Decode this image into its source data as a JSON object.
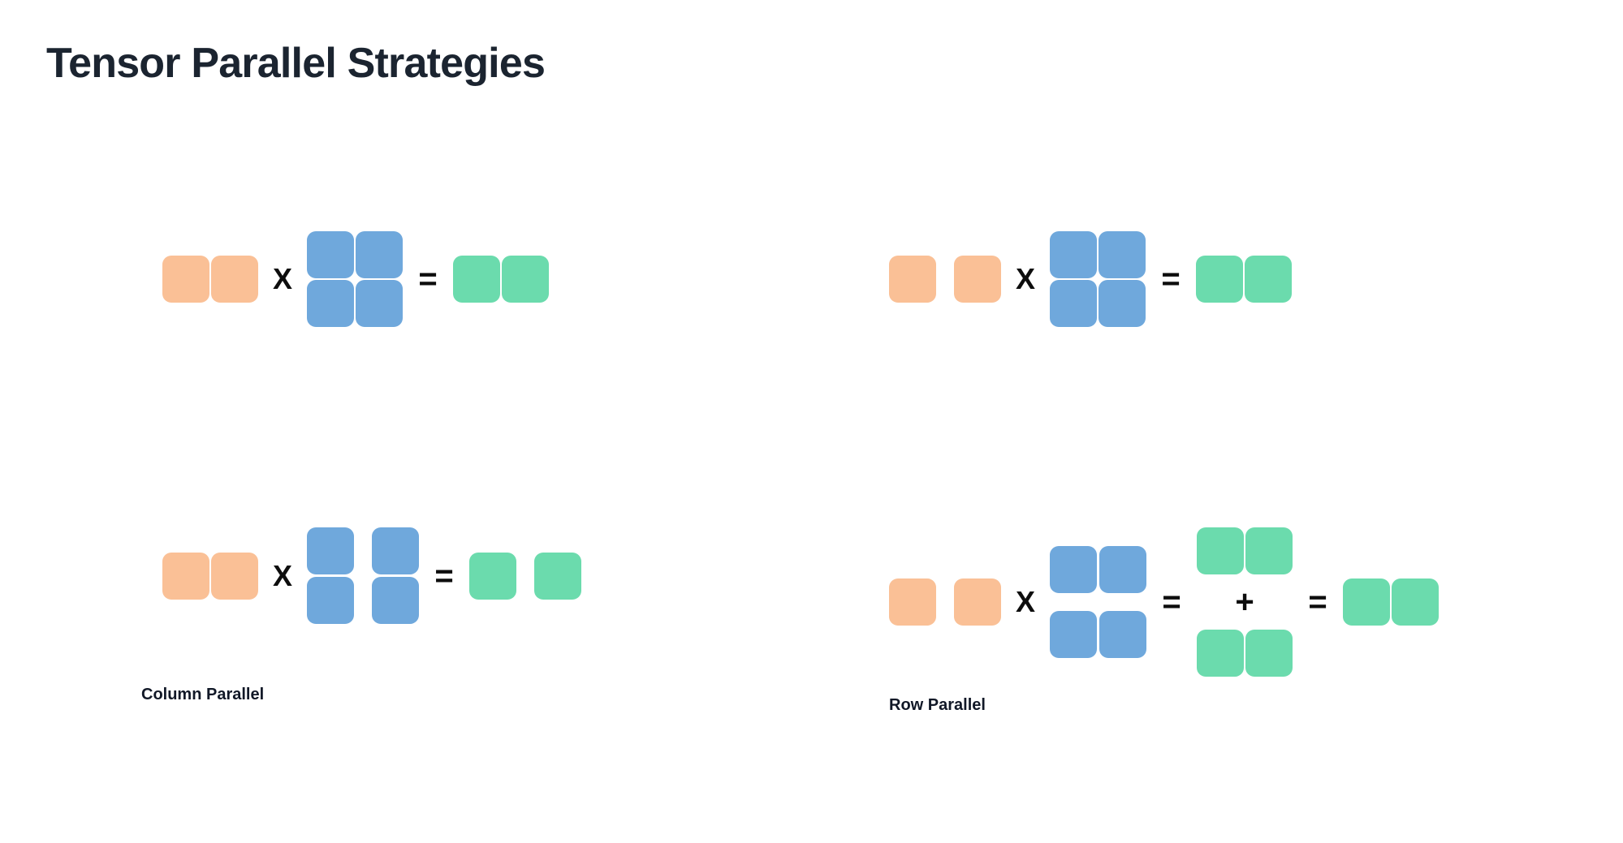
{
  "page": {
    "title": "Tensor Parallel Strategies",
    "background_color": "#ffffff"
  },
  "palette": {
    "input_orange": "#fac096",
    "weight_blue": "#6fa8dc",
    "output_green": "#6bdbad",
    "title_text": "#1b2430",
    "caption_text": "#111827",
    "operator_text": "#0d0d0d"
  },
  "operators": {
    "multiply": "X",
    "equals": "=",
    "plus": "+"
  },
  "captions": {
    "column_parallel": "Column Parallel",
    "row_parallel": "Row Parallel"
  },
  "diagrams": [
    {
      "id": "top-left",
      "strategy": "column-parallel",
      "row": "unsharded-reference",
      "terms": [
        {
          "kind": "matrix",
          "role": "input",
          "color": "orange",
          "rows": 1,
          "cols": 2,
          "split": "none"
        },
        {
          "kind": "operator",
          "symbol": "X"
        },
        {
          "kind": "matrix",
          "role": "weight",
          "color": "blue",
          "rows": 2,
          "cols": 2,
          "split": "none"
        },
        {
          "kind": "operator",
          "symbol": "="
        },
        {
          "kind": "matrix",
          "role": "output",
          "color": "green",
          "rows": 1,
          "cols": 2,
          "split": "none"
        }
      ]
    },
    {
      "id": "top-right",
      "strategy": "row-parallel",
      "row": "unsharded-reference",
      "terms": [
        {
          "kind": "matrix",
          "role": "input",
          "color": "orange",
          "rows": 1,
          "cols": 2,
          "split": "column"
        },
        {
          "kind": "operator",
          "symbol": "X"
        },
        {
          "kind": "matrix",
          "role": "weight",
          "color": "blue",
          "rows": 2,
          "cols": 2,
          "split": "none"
        },
        {
          "kind": "operator",
          "symbol": "="
        },
        {
          "kind": "matrix",
          "role": "output",
          "color": "green",
          "rows": 1,
          "cols": 2,
          "split": "none"
        }
      ]
    },
    {
      "id": "bottom-left",
      "strategy": "column-parallel",
      "row": "sharded",
      "caption": "Column Parallel",
      "terms": [
        {
          "kind": "matrix",
          "role": "input",
          "color": "orange",
          "rows": 1,
          "cols": 2,
          "split": "none"
        },
        {
          "kind": "operator",
          "symbol": "X"
        },
        {
          "kind": "matrix",
          "role": "weight",
          "color": "blue",
          "rows": 2,
          "cols": 2,
          "split": "column"
        },
        {
          "kind": "operator",
          "symbol": "="
        },
        {
          "kind": "matrix",
          "role": "output",
          "color": "green",
          "rows": 1,
          "cols": 2,
          "split": "column"
        }
      ]
    },
    {
      "id": "bottom-right",
      "strategy": "row-parallel",
      "row": "sharded",
      "caption": "Row Parallel",
      "terms": [
        {
          "kind": "matrix",
          "role": "input",
          "color": "orange",
          "rows": 1,
          "cols": 2,
          "split": "column"
        },
        {
          "kind": "operator",
          "symbol": "X"
        },
        {
          "kind": "matrix",
          "role": "weight",
          "color": "blue",
          "rows": 2,
          "cols": 2,
          "split": "row"
        },
        {
          "kind": "operator",
          "symbol": "="
        },
        {
          "kind": "stack",
          "role": "partial-sums",
          "color": "green",
          "parts": [
            {
              "rows": 1,
              "cols": 2,
              "split": "none"
            },
            {
              "kind": "operator",
              "symbol": "+"
            },
            {
              "rows": 1,
              "cols": 2,
              "split": "none"
            }
          ]
        },
        {
          "kind": "operator",
          "symbol": "="
        },
        {
          "kind": "matrix",
          "role": "output",
          "color": "green",
          "rows": 1,
          "cols": 2,
          "split": "none"
        }
      ]
    }
  ]
}
